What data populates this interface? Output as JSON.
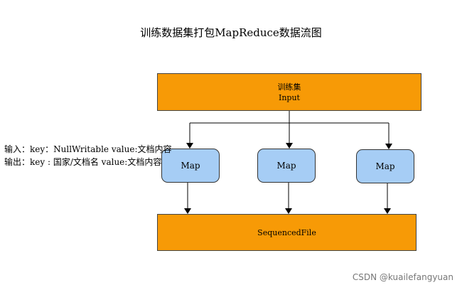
{
  "title": "训练数据集打包MapReduce数据流图",
  "input_box": {
    "line1": "训练集",
    "line2": "Input"
  },
  "maps": [
    "Map",
    "Map",
    "Map"
  ],
  "output_box": "SequencedFile",
  "notes": {
    "line1": "输入：key：NullWritable value:文档内容",
    "line2": "输出：key : 国家/文档名 value:文档内容"
  },
  "watermark": "CSDN @kuailefangyuan",
  "colors": {
    "orange": "#f79a06",
    "blue": "#a6cdf5"
  }
}
